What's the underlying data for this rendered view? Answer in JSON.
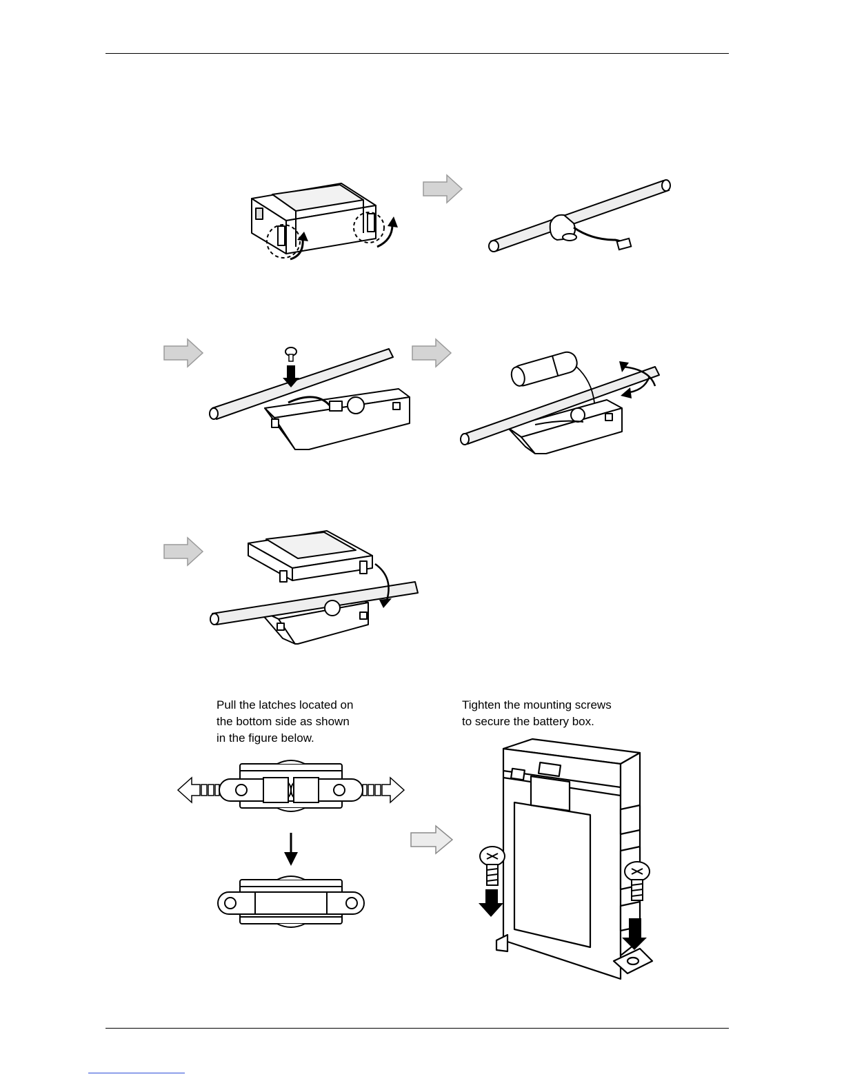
{
  "instructions": {
    "latches_note": {
      "lines": [
        "Pull the latches located on",
        "the bottom side as shown",
        "in the figure below."
      ]
    },
    "screws_note": {
      "lines": [
        "Tighten the mounting screws",
        "to secure the battery box."
      ]
    }
  },
  "colors": {
    "arrow_fill": "#d4d4d4",
    "arrow_stroke": "#9a9a9a",
    "line": "#000000",
    "part_fill": "#ffffff",
    "shade": "#e8e8e8"
  }
}
